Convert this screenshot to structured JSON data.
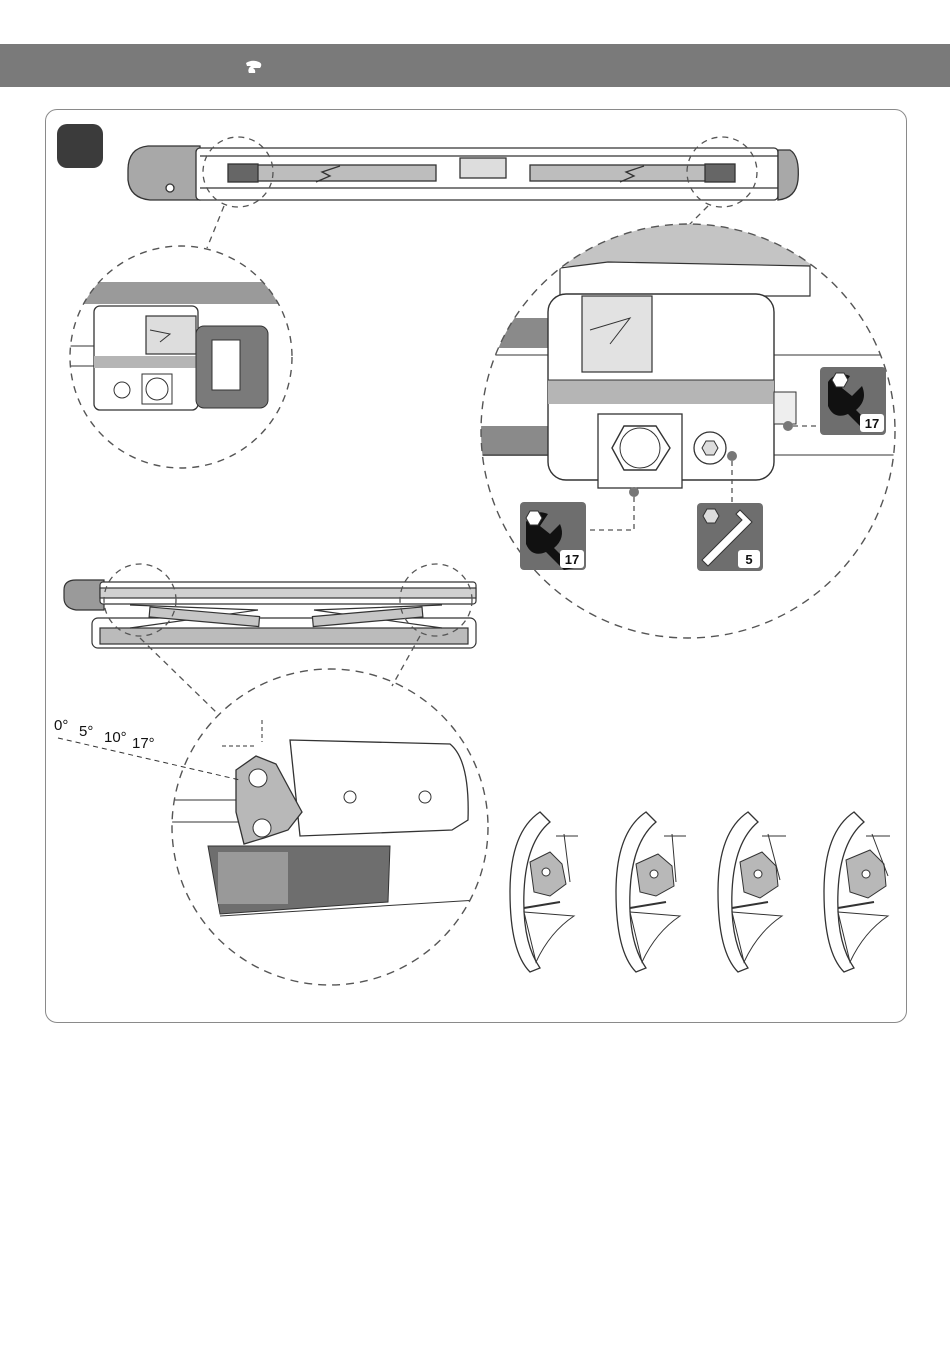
{
  "header": {
    "logo_icon": "hand-pointer-icon",
    "bar_color": "#7a7a7a"
  },
  "step": {
    "number": ""
  },
  "tools": {
    "right_wrench": {
      "size": "17",
      "icon": "wrench-icon"
    },
    "left_wrench": {
      "size": "17",
      "icon": "wrench-icon"
    },
    "hex_key": {
      "size": "5",
      "icon": "allen-key-icon"
    }
  },
  "angles": {
    "a0": "0°",
    "a5": "5°",
    "a10": "10°",
    "a17": "17°"
  },
  "colors": {
    "tool_tile": "#6e6e6e",
    "line": "#3a3a3a",
    "shade": "#b5b5b5"
  }
}
